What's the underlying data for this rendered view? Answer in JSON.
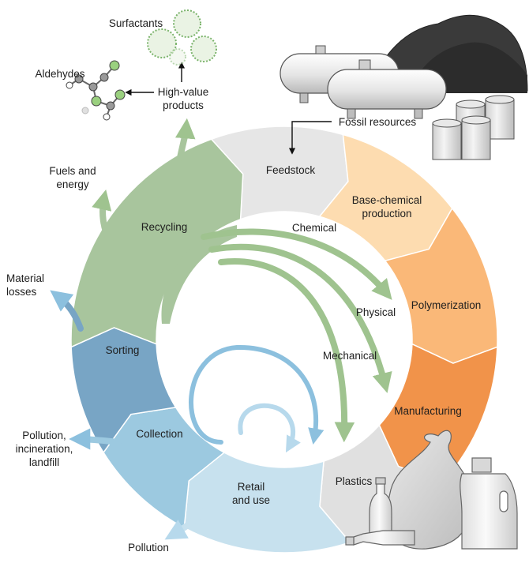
{
  "segments": {
    "feedstock": "Feedstock",
    "base_chemical_line1": "Base-chemical",
    "base_chemical_line2": "production",
    "polymerization": "Polymerization",
    "manufacturing": "Manufacturing",
    "plastics": "Plastics",
    "retail_line1": "Retail",
    "retail_line2": "and use",
    "collection": "Collection",
    "sorting": "Sorting",
    "recycling": "Recycling"
  },
  "recycling_routes": {
    "chemical": "Chemical",
    "physical": "Physical",
    "mechanical": "Mechanical"
  },
  "outputs": {
    "fossil_resources": "Fossil resources",
    "high_value_line1": "High-value",
    "high_value_line2": "products",
    "surfactants": "Surfactants",
    "aldehydes": "Aldehydes",
    "fuels_line1": "Fuels and",
    "fuels_line2": "energy",
    "material_losses_line1": "Material",
    "material_losses_line2": "losses",
    "pollution_line1": "Pollution,",
    "pollution_line2": "incineration,",
    "pollution_line3": "landfill",
    "pollution": "Pollution"
  },
  "colors": {
    "feedstock": "#e6e6e6",
    "base_chemical": "#fddcb0",
    "polymerization": "#fab878",
    "manufacturing": "#f1934a",
    "plastics": "#e0e0e0",
    "retail": "#c7e1ee",
    "collection": "#9cc9e0",
    "sorting": "#78a5c5",
    "recycling": "#a8c59d",
    "recycle_arrow": "#9fc38f"
  }
}
